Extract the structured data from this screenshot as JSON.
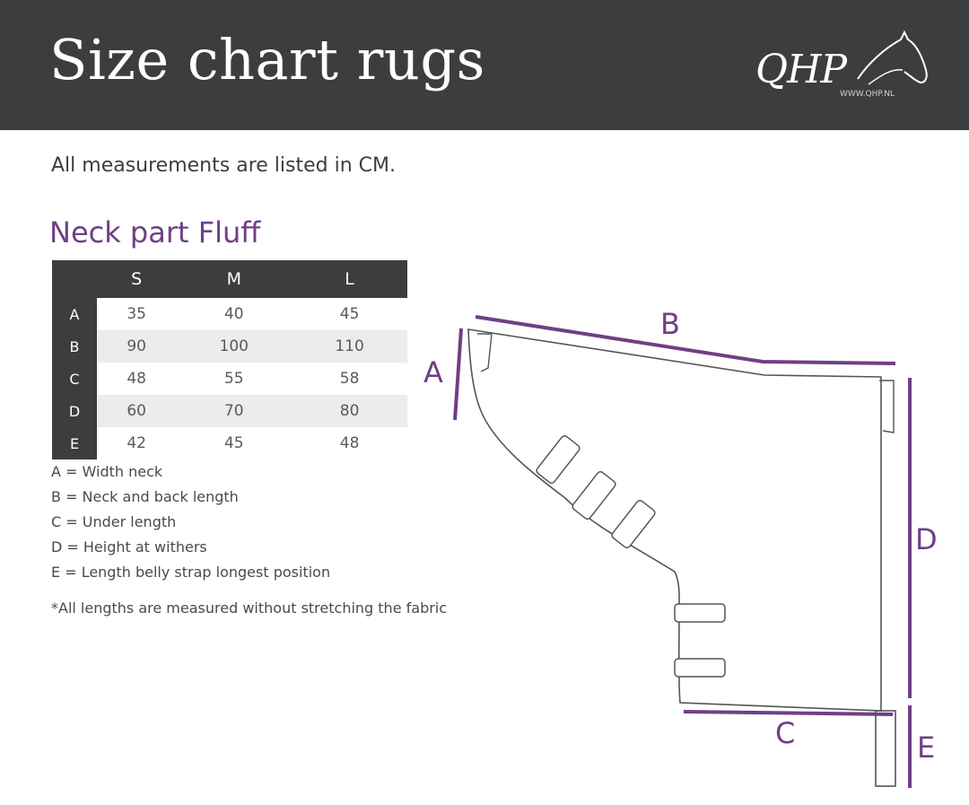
{
  "header": {
    "title": "Size chart rugs",
    "logo_text": "QHP",
    "logo_url": "WWW.QHP.NL"
  },
  "intro": "All measurements are listed in CM.",
  "section_title": "Neck part Fluff",
  "table": {
    "columns": [
      "S",
      "M",
      "L"
    ],
    "rows": [
      {
        "label": "A",
        "values": [
          "35",
          "40",
          "45"
        ]
      },
      {
        "label": "B",
        "values": [
          "90",
          "100",
          "110"
        ]
      },
      {
        "label": "C",
        "values": [
          "48",
          "55",
          "58"
        ]
      },
      {
        "label": "D",
        "values": [
          "60",
          "70",
          "80"
        ]
      },
      {
        "label": "E",
        "values": [
          "42",
          "45",
          "48"
        ]
      }
    ]
  },
  "legend": [
    "A = Width neck",
    "B = Neck and back length",
    "C = Under length",
    "D = Height at withers",
    "E = Length belly strap longest position"
  ],
  "footnote": "*All lengths are measured without stretching the fabric",
  "diagram": {
    "labels": {
      "a": "A",
      "b": "B",
      "c": "C",
      "d": "D",
      "e": "E"
    }
  },
  "colors": {
    "header_bg": "#3d3c3f",
    "accent_purple": "#6f3f86",
    "row_shade": "#ececec"
  }
}
